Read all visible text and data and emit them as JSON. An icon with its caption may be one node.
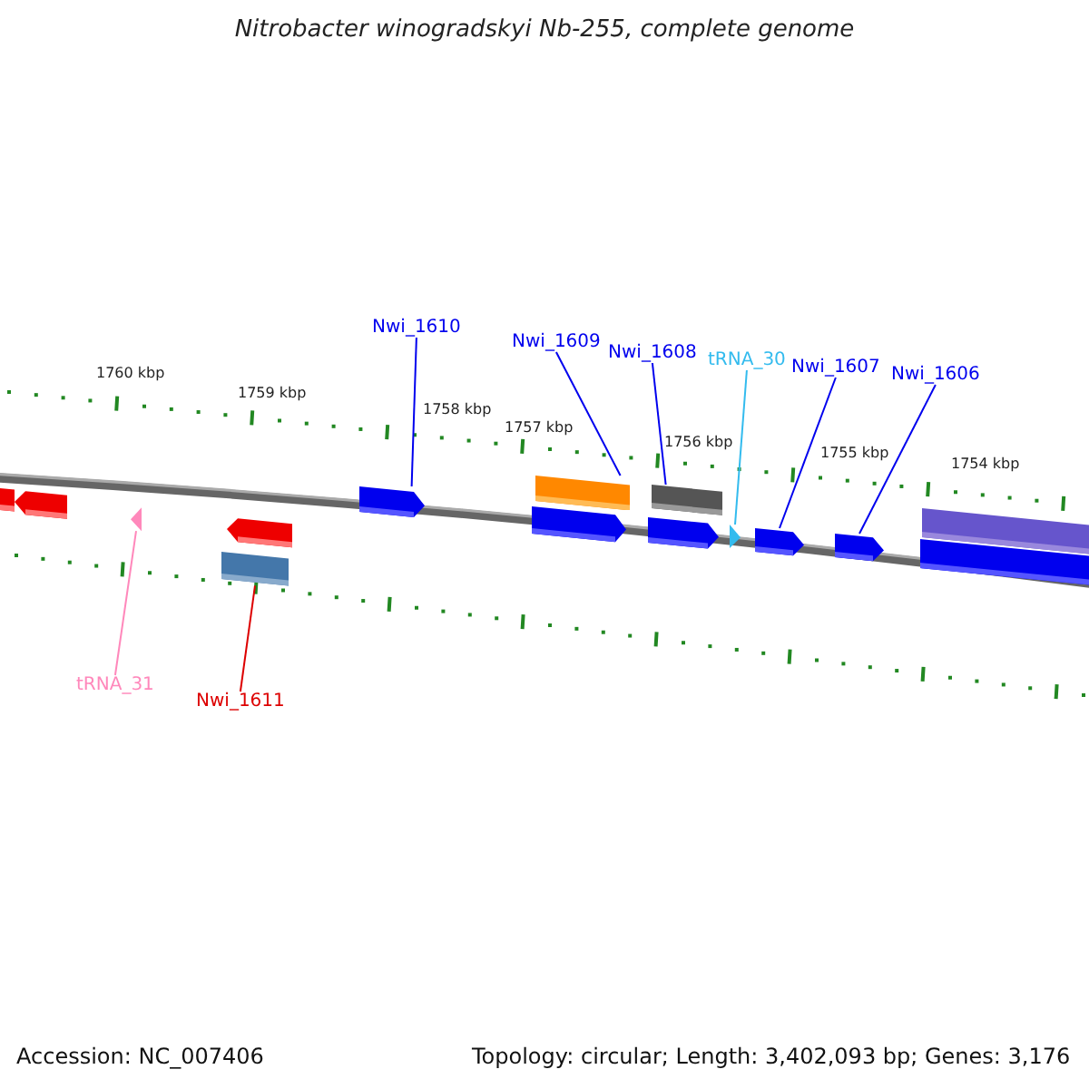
{
  "diagram": {
    "title": "Nitrobacter winogradskyi Nb-255, complete genome",
    "nodes": [
      {
        "text": [
          "Nwi_1610"
        ]
      },
      {
        "text": [
          "Nwi_1609"
        ]
      },
      {
        "text": [
          "Nwi_1608"
        ]
      },
      {
        "text": [
          "tRNA_30"
        ]
      },
      {
        "text": [
          "Nwi_1607"
        ]
      },
      {
        "text": [
          "Nwi_1606"
        ]
      },
      {
        "text": [
          "tRNA_31"
        ]
      },
      {
        "text": [
          "Nwi_1611"
        ]
      },
      {
        "text": [],
        "shape": "triangle"
      },
      {
        "text": [],
        "shape": "bar"
      },
      {
        "text": [],
        "shape": "arrow"
      },
      {
        "text": [],
        "shape": "bar"
      },
      {
        "text": [],
        "shape": "bar"
      },
      {
        "text": [],
        "shape": "triangle"
      },
      {
        "text": [],
        "shape": "arrow"
      },
      {
        "text": [],
        "shape": "arrow"
      }
    ],
    "edges": [
      {
        "from": 0,
        "to": 10,
        "arrow": "none"
      },
      {
        "from": 1,
        "to": 11,
        "arrow": "none"
      },
      {
        "from": 2,
        "to": 12,
        "arrow": "none"
      },
      {
        "from": 3,
        "to": 13,
        "arrow": "none",
        "color": "#33bbee"
      },
      {
        "from": 4,
        "to": 14,
        "arrow": "none"
      },
      {
        "from": 5,
        "to": 15,
        "arrow": "none"
      },
      {
        "from": 6,
        "to": 8,
        "arrow": "none",
        "color": "#ff88bb"
      },
      {
        "from": 7,
        "to": 9,
        "arrow": "none",
        "color": "#dd0000"
      }
    ],
    "labels": [
      "1760 kbp",
      "1759 kbp",
      "1758 kbp",
      "1757 kbp",
      "1756 kbp",
      "1755 kbp",
      "1754 kbp",
      "Accession: NC_007406",
      "Topology: circular; Length: 3,402,093 bp; Genes: 3,176"
    ]
  }
}
